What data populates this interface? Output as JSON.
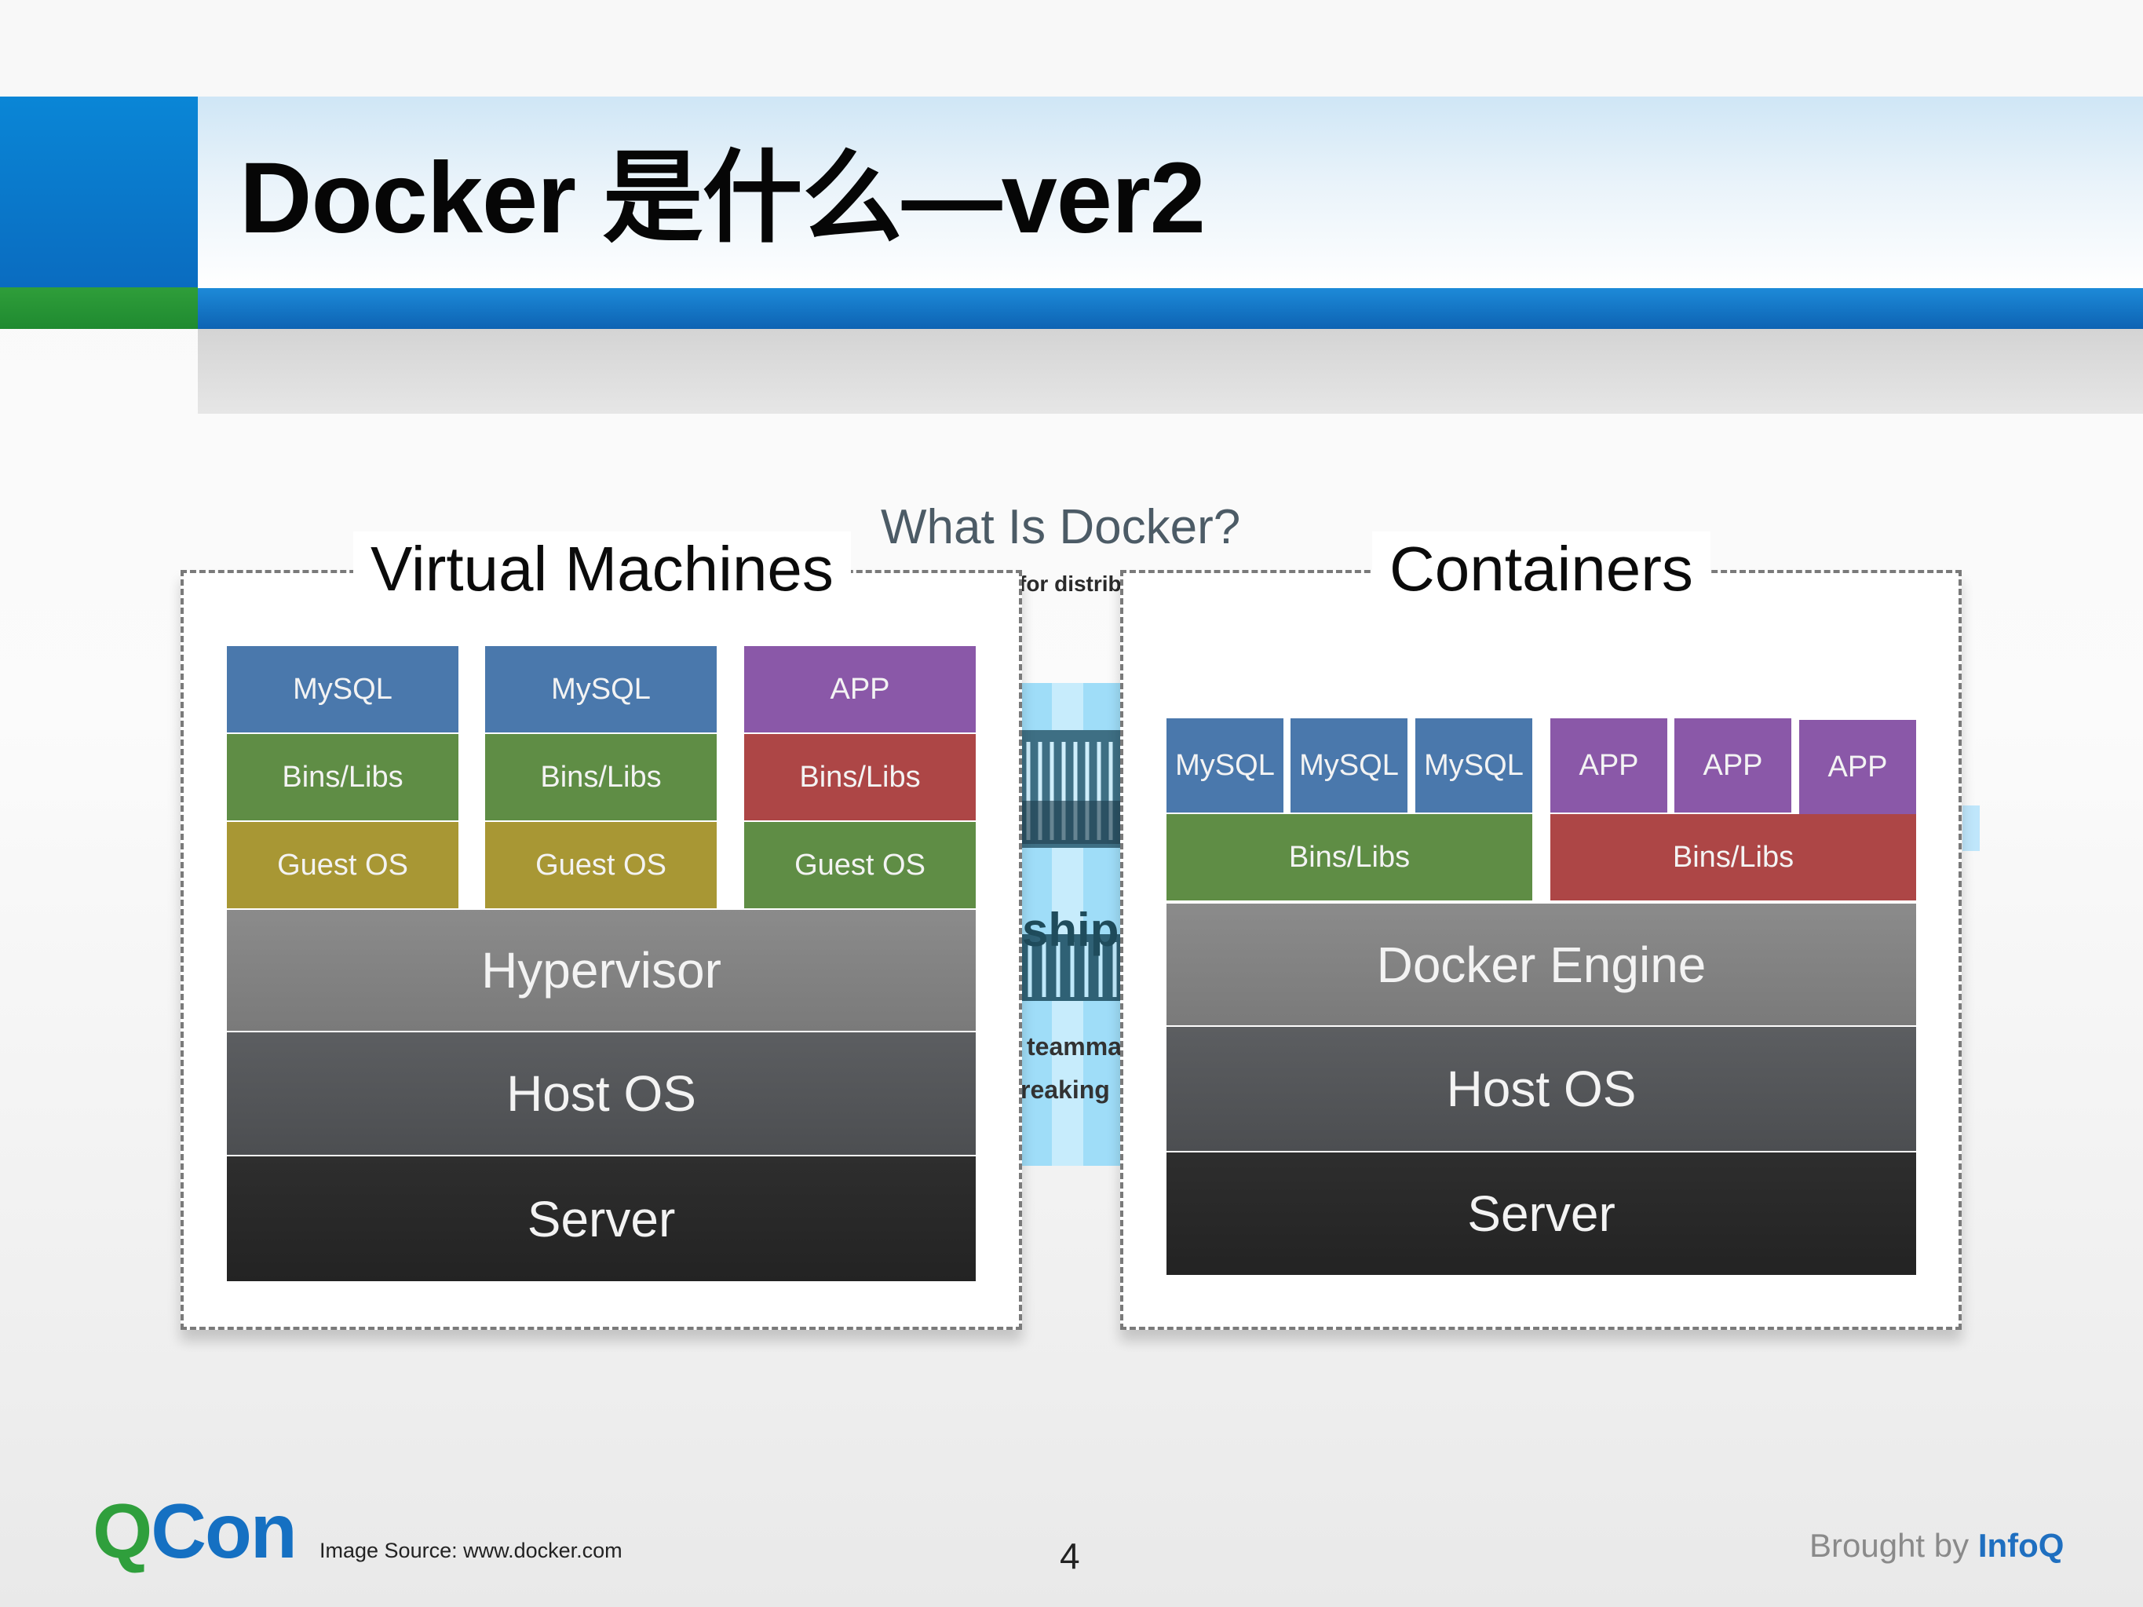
{
  "title": "Docker 是什么—ver2",
  "background_image": {
    "caption": "What Is Docker?",
    "subcaption": "for distrib",
    "fragments": [
      "ship",
      "teamma",
      "reaking"
    ]
  },
  "vm_panel": {
    "title": "Virtual Machines",
    "columns": [
      {
        "top": "MySQL",
        "bins": "Bins/Libs",
        "guest": "Guest OS"
      },
      {
        "top": "MySQL",
        "bins": "Bins/Libs",
        "guest": "Guest OS"
      },
      {
        "top": "APP",
        "bins": "Bins/Libs",
        "guest": "Guest OS"
      }
    ],
    "hypervisor": "Hypervisor",
    "host_os": "Host OS",
    "server": "Server"
  },
  "containers_panel": {
    "title": "Containers",
    "apps": [
      "MySQL",
      "MySQL",
      "MySQL",
      "APP",
      "APP",
      "APP"
    ],
    "bins": [
      "Bins/Libs",
      "Bins/Libs"
    ],
    "engine": "Docker Engine",
    "host_os": "Host OS",
    "server": "Server"
  },
  "footer": {
    "logo_q": "Q",
    "logo_con": "Con",
    "image_source": "Image Source: www.docker.com",
    "page_number": "4",
    "brought_by": "Brought by",
    "brand": "InfoQ"
  },
  "colors": {
    "mysql": "#4a78ac",
    "app": "#8a58a8",
    "bins_green": "#5f8d45",
    "bins_red": "#ad4646",
    "guest_os": "#a89734",
    "hypervisor": "#808080",
    "host_os": "#54565a",
    "server": "#292929"
  }
}
